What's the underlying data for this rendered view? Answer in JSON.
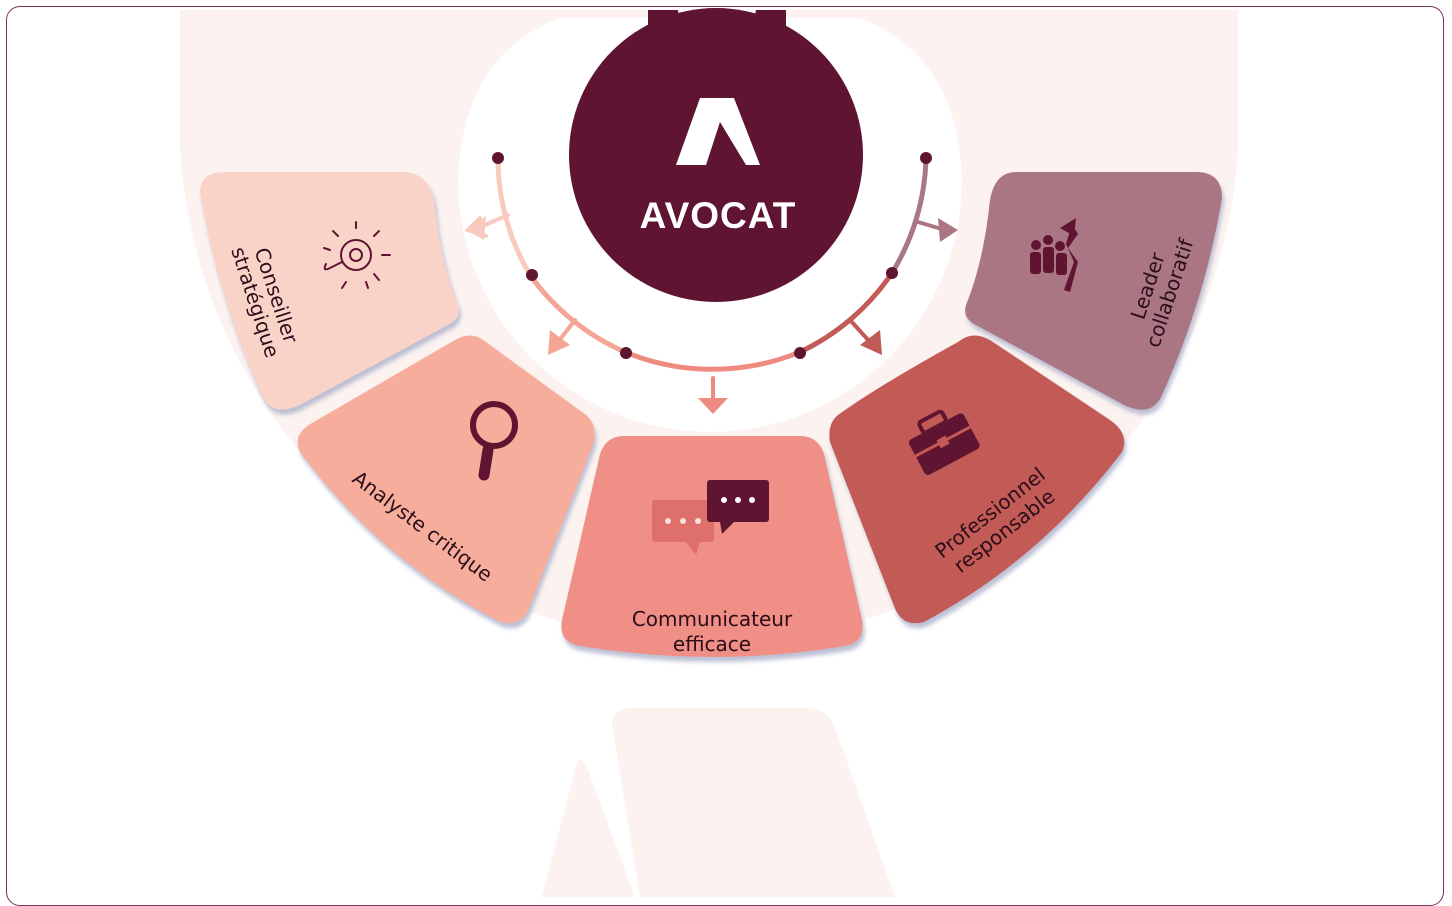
{
  "title": "AVOCAT",
  "colors": {
    "primary": "#5f1432",
    "background_shape": "#fcf3f0",
    "conseiller": "#fad3c8",
    "analyste": "#f7ad9b",
    "communicateur": "#ef8f85",
    "professionnel": "#c25a55",
    "leader": "#ab7684"
  },
  "segments": [
    {
      "id": "conseiller",
      "lines": [
        "Conseiller",
        "stratégique"
      ],
      "icon": "lightbulb-gear-icon"
    },
    {
      "id": "analyste",
      "lines": [
        "Analyste critique"
      ],
      "icon": "magnifier-icon"
    },
    {
      "id": "communicateur",
      "lines": [
        "Communicateur",
        "efficace"
      ],
      "icon": "speech-bubbles-icon"
    },
    {
      "id": "professionnel",
      "lines": [
        "Professionnel",
        "responsable"
      ],
      "icon": "briefcase-icon"
    },
    {
      "id": "leader",
      "lines": [
        "Leader",
        "collaboratif"
      ],
      "icon": "team-growth-icon"
    }
  ]
}
